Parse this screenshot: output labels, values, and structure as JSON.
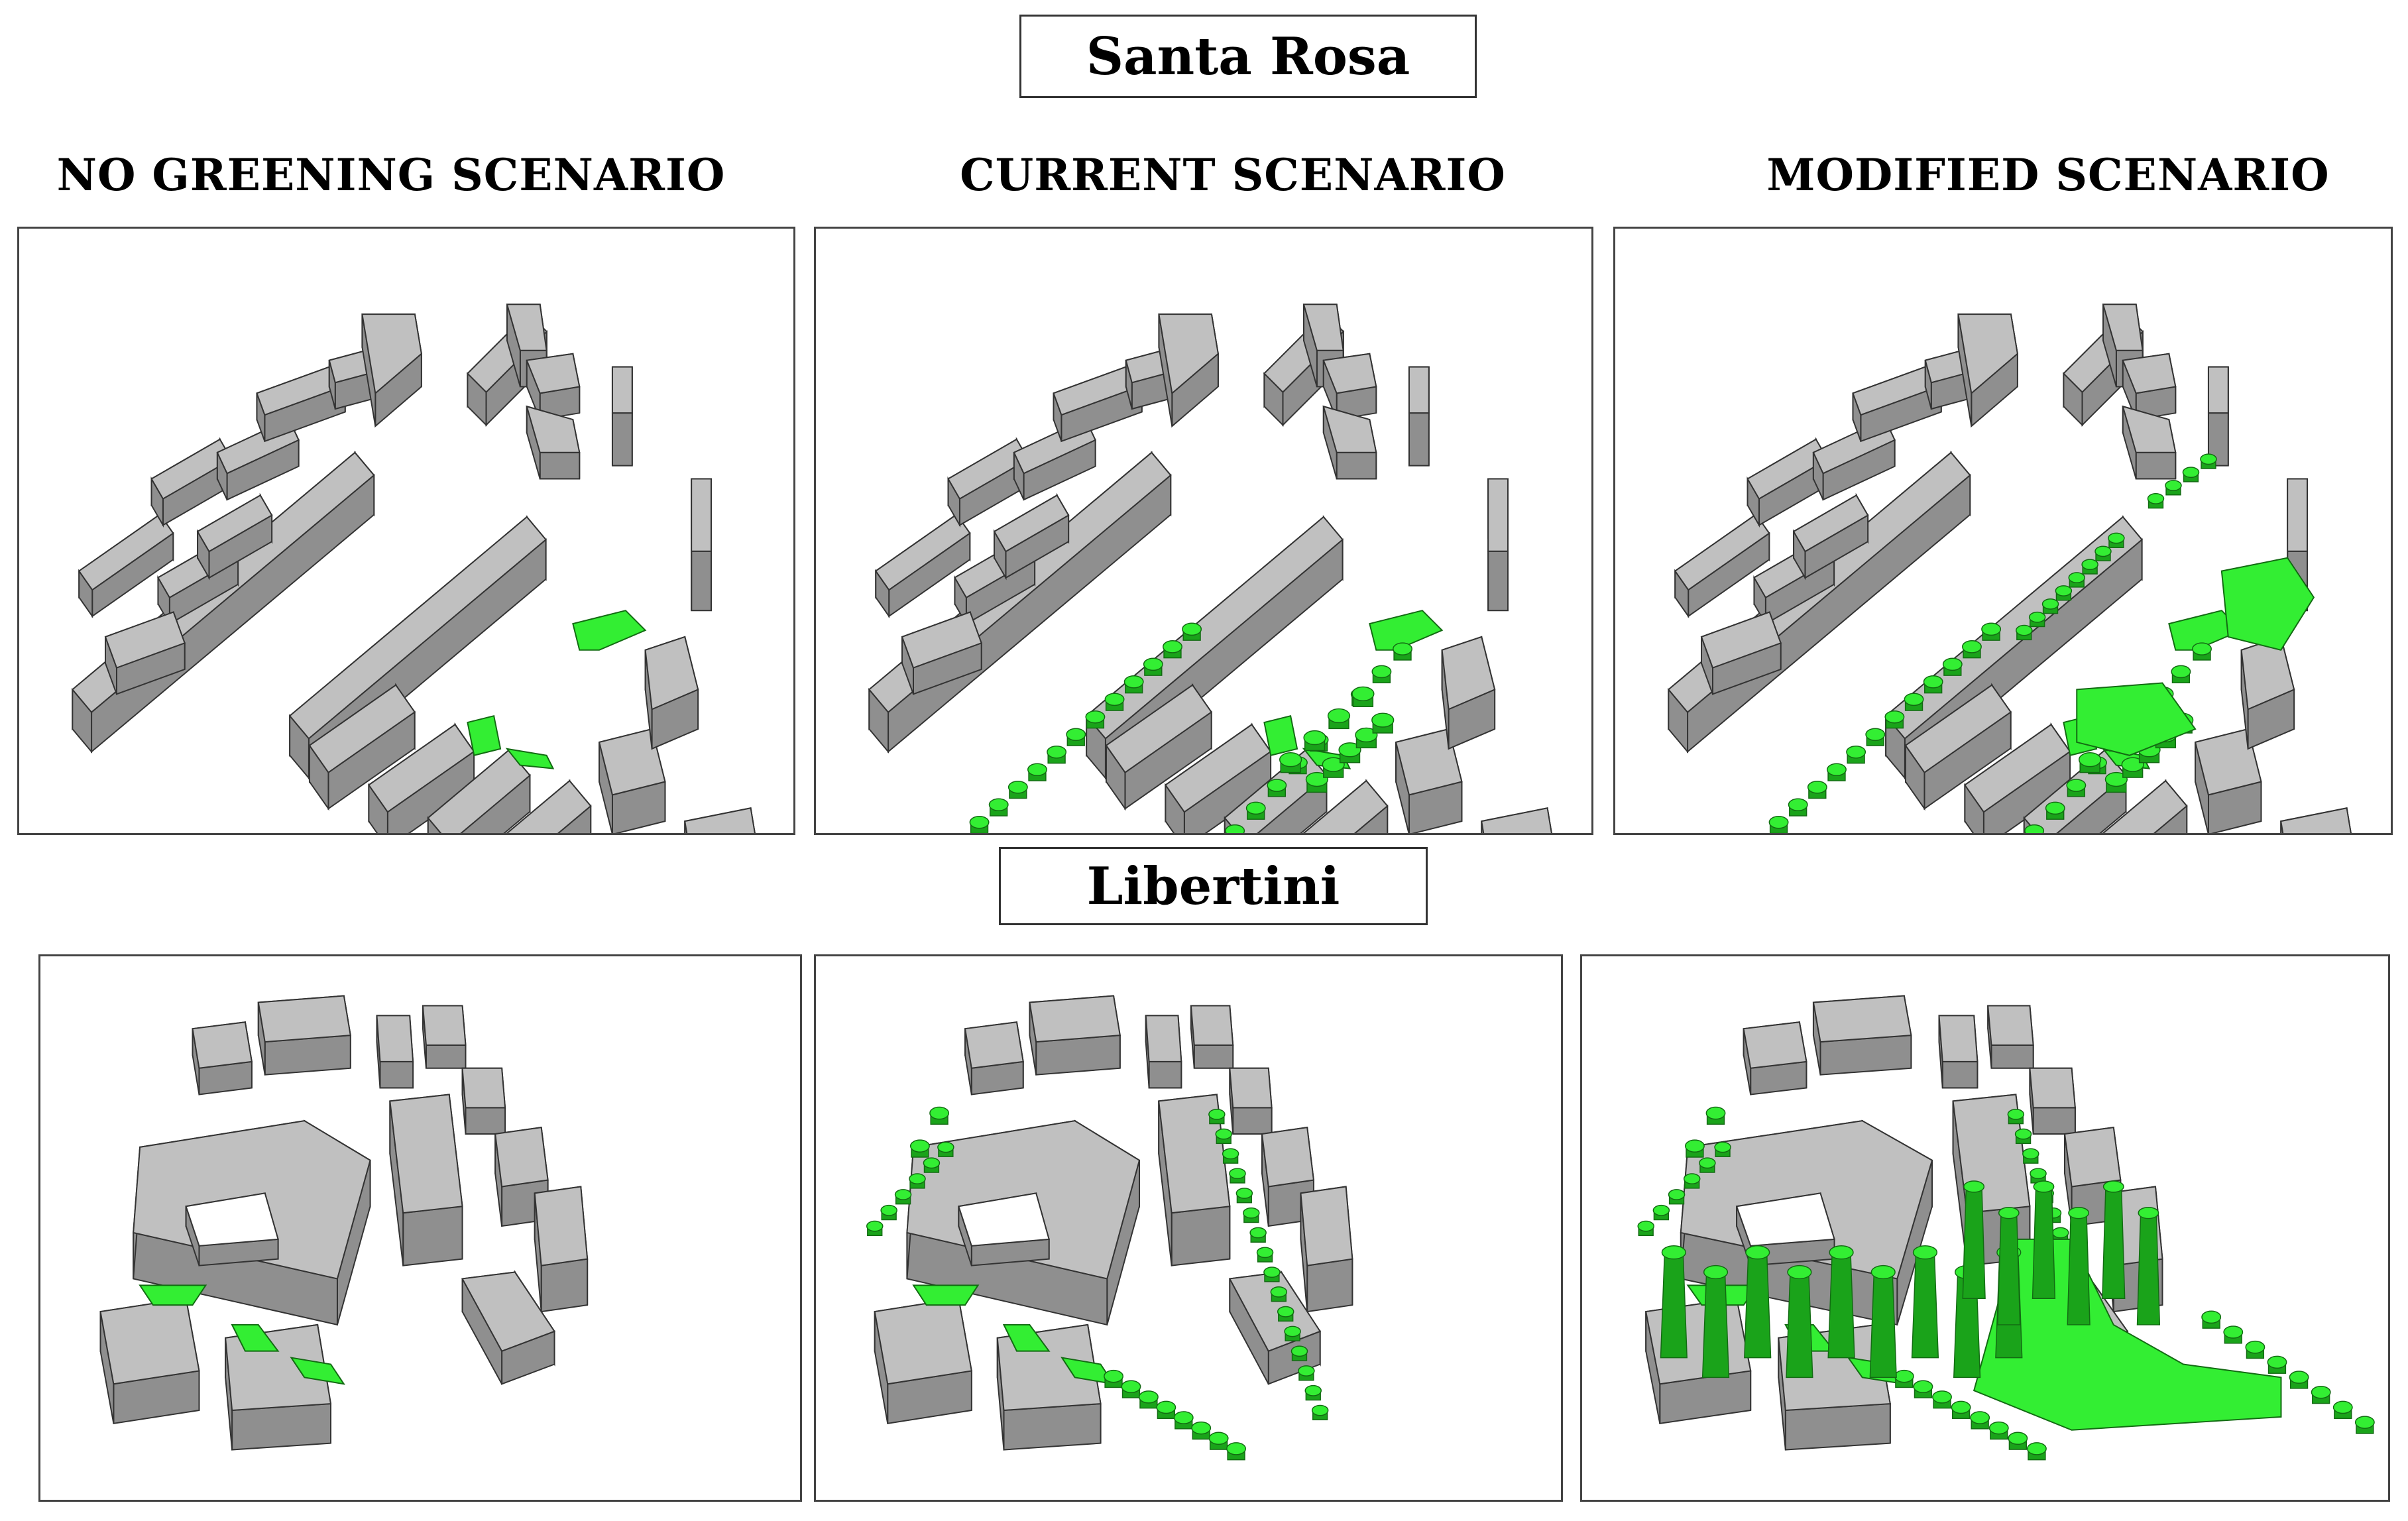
{
  "sections": [
    {
      "title": "Santa Rosa"
    },
    {
      "title": "Libertini"
    }
  ],
  "columns": [
    {
      "label": "NO GREENING SCENARIO"
    },
    {
      "label": "CURRENT SCENARIO"
    },
    {
      "label": "MODIFIED SCENARIO"
    }
  ],
  "colors": {
    "building": "#c0c0c0",
    "building_side": "#8f8f8f",
    "outline": "#333333",
    "green": "#33ee33",
    "green_dark": "#1aa31a"
  },
  "panels": [
    {
      "name": "santa-rosa-no-greening",
      "trees": 0,
      "green_areas": "few"
    },
    {
      "name": "santa-rosa-current",
      "trees": "medium",
      "green_areas": "few"
    },
    {
      "name": "santa-rosa-modified",
      "trees": "many",
      "green_areas": "many"
    },
    {
      "name": "libertini-no-greening",
      "trees": 0,
      "green_areas": "few"
    },
    {
      "name": "libertini-current",
      "trees": "medium",
      "green_areas": "some"
    },
    {
      "name": "libertini-modified",
      "trees": "many",
      "green_areas": "many"
    }
  ]
}
